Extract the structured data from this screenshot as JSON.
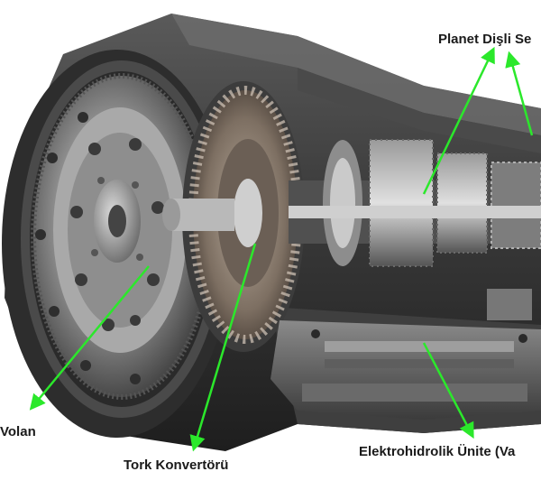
{
  "labels": {
    "planet": "Planet Dişli  Se",
    "wolan": "Volan",
    "tork": "Tork Konvertörü",
    "elektro": "Elektrohidrolik Ünite (Va",
    "bottom": ""
  },
  "colors": {
    "arrow": "#2be82b",
    "metal_dark": "#2b2b2b",
    "metal_mid": "#7a7a7a",
    "metal_light": "#c8c8c8",
    "converter_bronze": "#8a7a6a",
    "background": "#ffffff"
  }
}
